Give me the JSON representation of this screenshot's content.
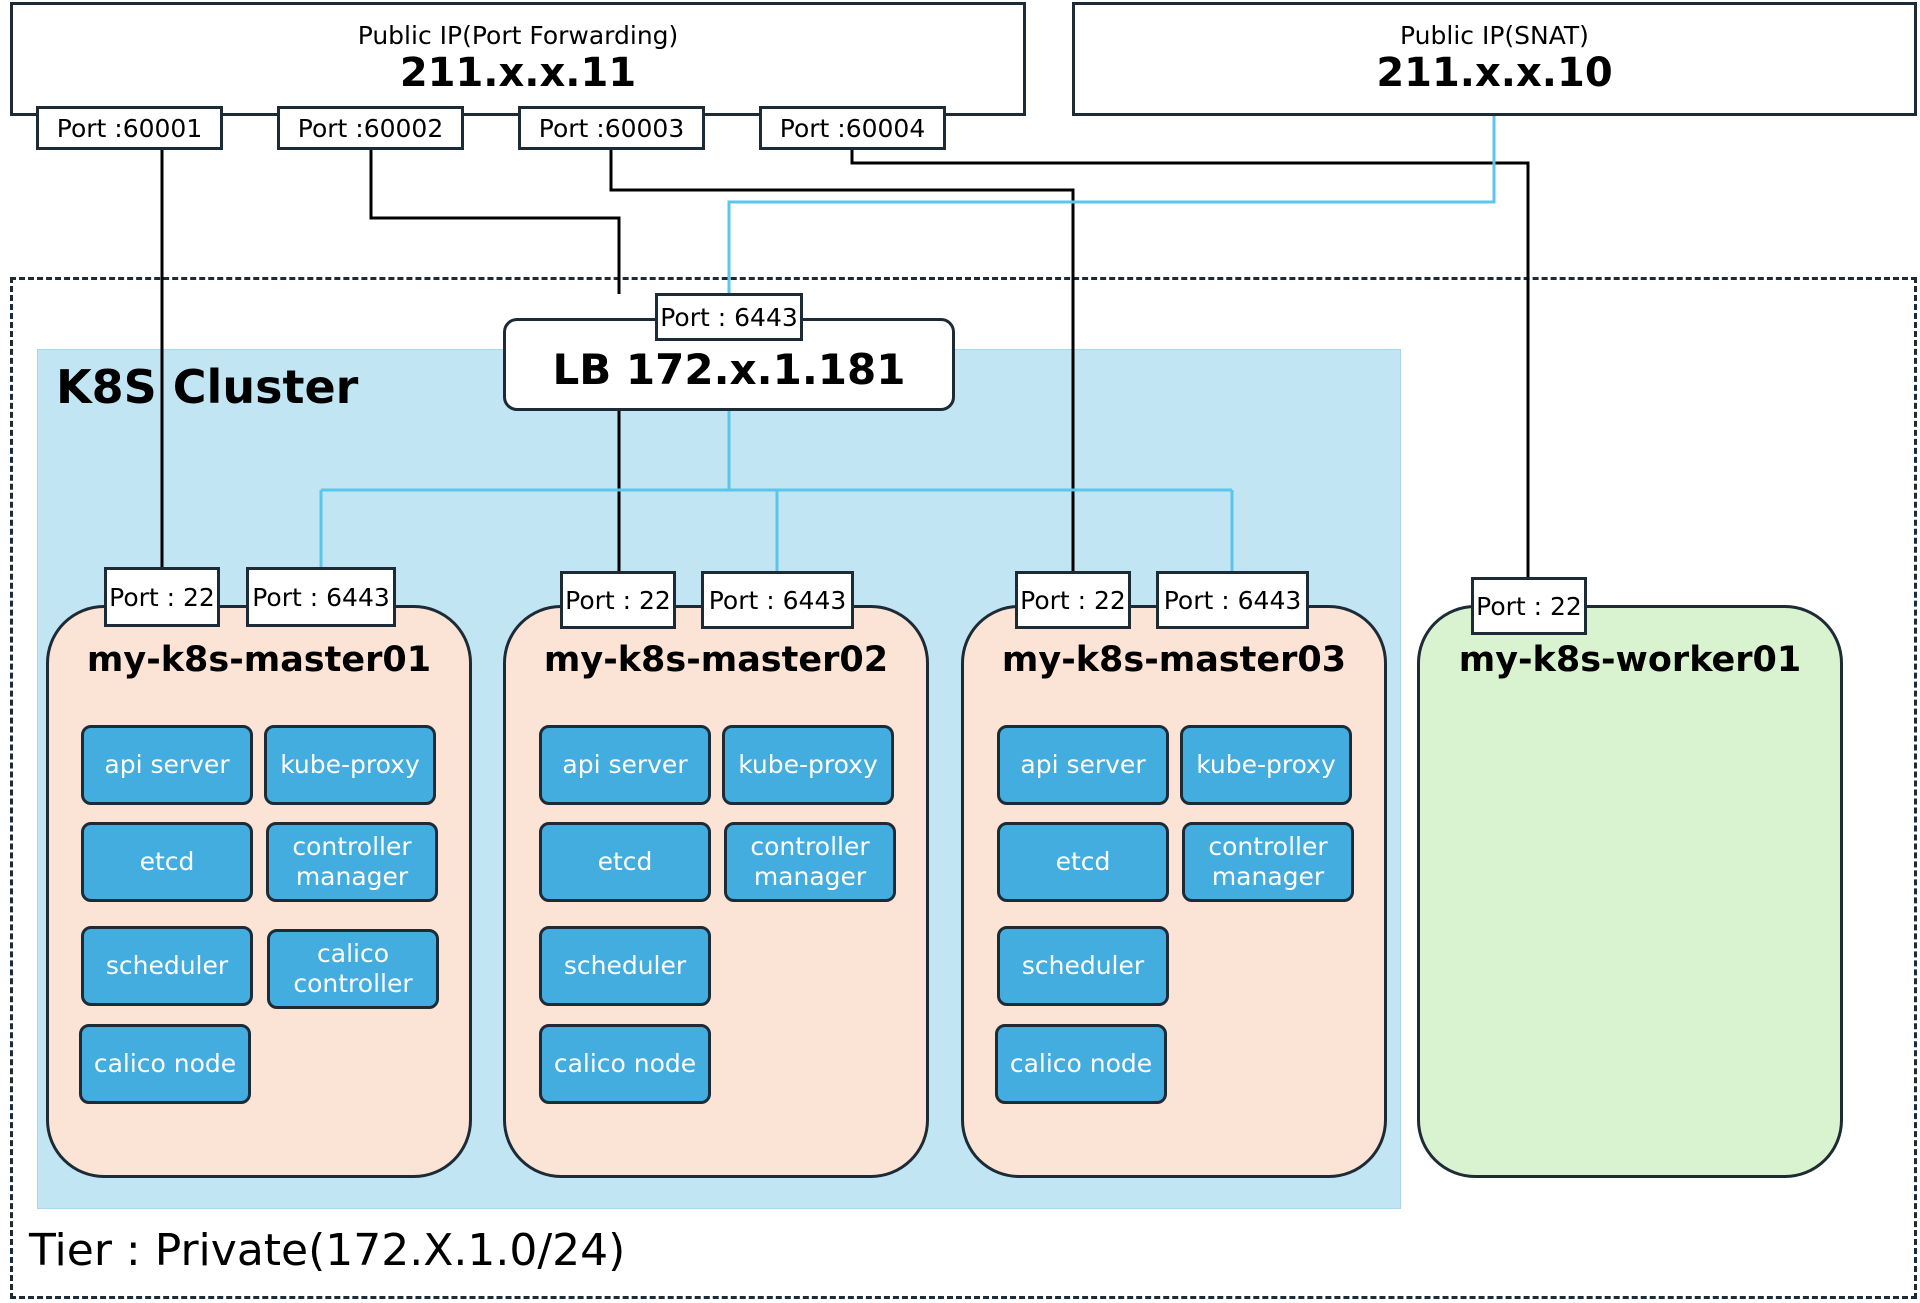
{
  "public_ip_port_forwarding": {
    "title": "Public IP(Port Forwarding)",
    "ip": "211.x.x.11",
    "ports": [
      "Port :60001",
      "Port :60002",
      "Port :60003",
      "Port :60004"
    ]
  },
  "public_ip_snat": {
    "title": "Public IP(SNAT)",
    "ip": "211.x.x.10"
  },
  "tier": {
    "label": "Tier : Private(172.X.1.0/24)"
  },
  "cluster": {
    "label": "K8S Cluster"
  },
  "lb": {
    "label": "LB 172.x.1.181",
    "port": "Port : 6443"
  },
  "nodes": [
    {
      "name": "my-k8s-master01",
      "ports": [
        "Port : 22",
        "Port : 6443"
      ],
      "components": [
        "api server",
        "kube-proxy",
        "etcd",
        "controller manager",
        "scheduler",
        "calico controller",
        "calico node"
      ]
    },
    {
      "name": "my-k8s-master02",
      "ports": [
        "Port : 22",
        "Port : 6443"
      ],
      "components": [
        "api server",
        "kube-proxy",
        "etcd",
        "controller manager",
        "scheduler",
        "calico node"
      ]
    },
    {
      "name": "my-k8s-master03",
      "ports": [
        "Port : 22",
        "Port : 6443"
      ],
      "components": [
        "api server",
        "kube-proxy",
        "etcd",
        "controller manager",
        "scheduler",
        "calico node"
      ]
    },
    {
      "name": "my-k8s-worker01",
      "ports": [
        "Port : 22"
      ],
      "components": []
    }
  ],
  "colors": {
    "border": "#1c2b36",
    "cluster_bg": "#c2e5f4",
    "master_bg": "#fbe3d6",
    "worker_bg": "#d9f2d0",
    "component_bg": "#43ade0",
    "link_blue": "#5bc6ec",
    "link_black": "#000000"
  }
}
